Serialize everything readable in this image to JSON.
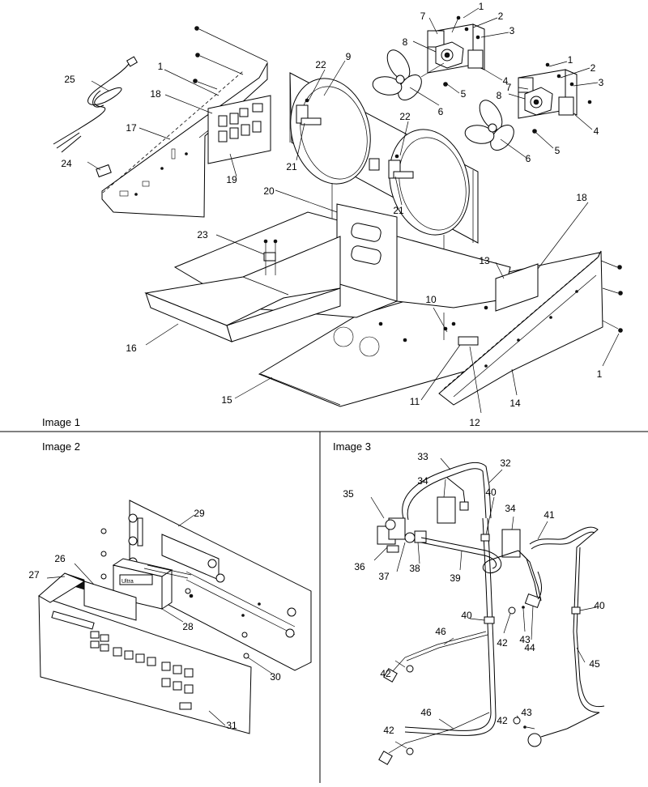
{
  "sections": {
    "image1": "Image 1",
    "image2": "Image 2",
    "image3": "Image 3"
  },
  "callouts": {
    "image1": [
      "1",
      "2",
      "3",
      "4",
      "5",
      "6",
      "7",
      "8",
      "1",
      "2",
      "3",
      "4",
      "5",
      "6",
      "7",
      "8",
      "9",
      "10",
      "11",
      "12",
      "13",
      "14",
      "15",
      "16",
      "17",
      "18",
      "18",
      "19",
      "20",
      "21",
      "21",
      "22",
      "22",
      "23",
      "24",
      "25",
      "1",
      "1"
    ],
    "image2": [
      "26",
      "27",
      "28",
      "29",
      "30",
      "31"
    ],
    "image3": [
      "32",
      "33",
      "34",
      "34",
      "35",
      "36",
      "37",
      "38",
      "39",
      "40",
      "40",
      "40",
      "41",
      "42",
      "42",
      "42",
      "42",
      "43",
      "43",
      "44",
      "45",
      "46",
      "46"
    ]
  },
  "panel_text": {
    "display_brand": "Ultra"
  }
}
